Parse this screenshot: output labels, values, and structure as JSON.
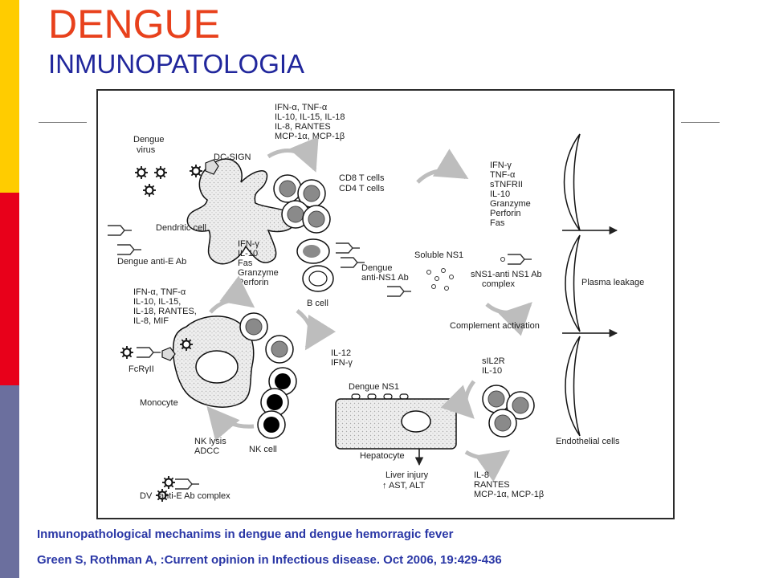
{
  "slide": {
    "title": "DENGUE",
    "subtitle": "INMUNOPATOLOGIA",
    "colors": {
      "title": "#e8411c",
      "subtitle": "#21279c",
      "caption": "#2a37a6",
      "sidebar_yellow": "#ffcc00",
      "sidebar_red": "#e8001a",
      "sidebar_slate": "#6b6f9e"
    },
    "caption_line1": "Inmunopathological mechanims in dengue and dengue hemorragic fever",
    "caption_line2": "Green S, Rothman A, :Current opinion in Infectious disease. Oct 2006, 19:429-436"
  },
  "diagram": {
    "labels": {
      "dengue_virus": [
        "Dengue",
        "virus"
      ],
      "dc_sign": "DC-SIGN",
      "dc_cytokines": [
        "IFN-α, TNF-α",
        "IL-10, IL-15, IL-18",
        "IL-8, RANTES",
        "MCP-1α, MCP-1β"
      ],
      "t_cells": [
        "CD8 T cells",
        "CD4 T cells"
      ],
      "t_cytokines": [
        "IFN-γ",
        "TNF-α",
        "sTNFRII",
        "IL-10",
        "Granzyme",
        "Perforin",
        "Fas"
      ],
      "dendritic_cell": "Dendritic cell",
      "dengue_anti_e_ab": "Dengue anti-E Ab",
      "b_cell_mediators": [
        "IFN-γ",
        "IL-10",
        "Fas",
        "Granzyme",
        "Perforin"
      ],
      "b_cell": "B cell",
      "dengue_anti_ns1_ab": [
        "Dengue",
        "anti-NS1 Ab"
      ],
      "soluble_ns1": "Soluble NS1",
      "sns1_complex": [
        "sNS1-anti NS1 Ab",
        "complex"
      ],
      "plasma_leakage": "Plasma leakage",
      "monocyte_cytokines": [
        "IFN-α, TNF-α",
        "IL-10, IL-15,",
        "IL-18, RANTES,",
        "IL-8, MIF"
      ],
      "complement_activation": "Complement activation",
      "fcr": "FcRγII",
      "il12": [
        "IL-12",
        "IFN-γ"
      ],
      "sil2r": [
        "sIL2R",
        "IL-10"
      ],
      "dengue_ns1": "Dengue NS1",
      "monocyte": "Monocyte",
      "nk_lysis": [
        "NK lysis",
        "ADCC"
      ],
      "nk_cell": "NK cell",
      "hepatocyte": "Hepatocyte",
      "endothelial_cells": "Endothelial cells",
      "liver_injury": [
        "Liver injury",
        "↑ AST, ALT"
      ],
      "hep_cytokines": [
        "IL-8",
        "RANTES",
        "MCP-1α, MCP-1β"
      ],
      "dv_complex": [
        "DV",
        "anti-E Ab complex"
      ]
    }
  }
}
